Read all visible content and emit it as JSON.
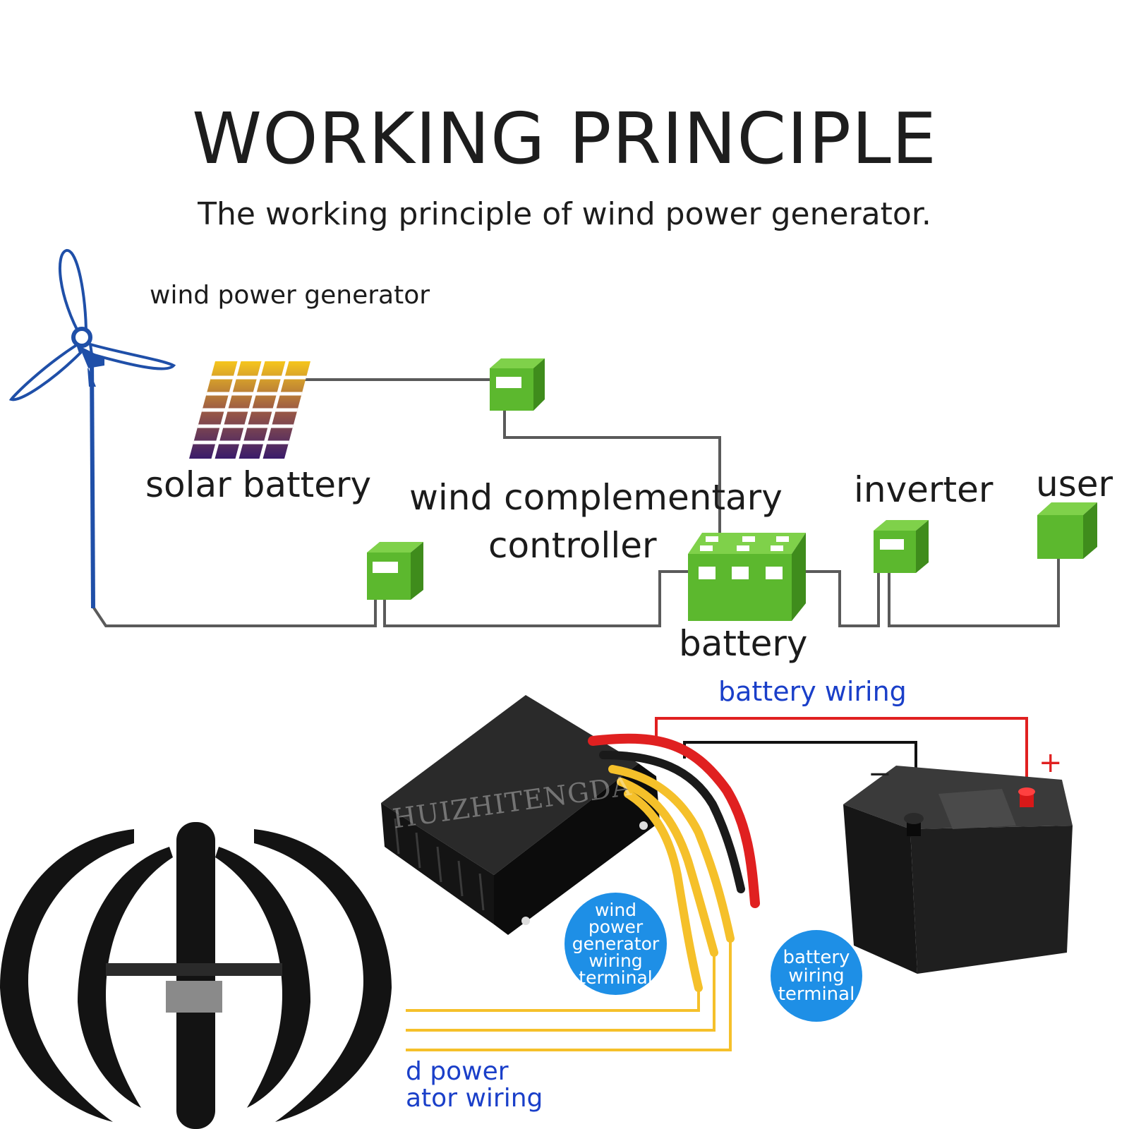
{
  "header": {
    "title": "WORKING PRINCIPLE",
    "subtitle": "The working principle of wind power generator."
  },
  "diagram": {
    "wind_generator_label": "wind power generator",
    "solar_label": "solar battery",
    "controller_label_line1": "wind complementary",
    "controller_label_line2": "controller",
    "inverter_label": "inverter",
    "user_label": "user",
    "battery_label": "battery"
  },
  "product": {
    "battery_wiring_label": "battery wiring",
    "minus_sign": "−",
    "plus_sign": "+",
    "watermark": "HUIZHITENGDA",
    "generator_badge_lines": [
      "wind",
      "power",
      "generator",
      "wiring",
      "terminal"
    ],
    "battery_badge_lines": [
      "battery",
      "wiring",
      "terminal"
    ],
    "generator_wiring_line1": "d power",
    "generator_wiring_line2": "ator wiring"
  },
  "colors": {
    "box_green": "#5cb82e",
    "box_green_dark": "#3f8c1c",
    "wire_gray": "#5a5a5a",
    "pole_blue": "#1f4fa8",
    "red_wire": "#e02020",
    "yellow_wire": "#f5c02a",
    "badge_blue": "#1e8fe6",
    "text_blue": "#1a3fc9"
  }
}
